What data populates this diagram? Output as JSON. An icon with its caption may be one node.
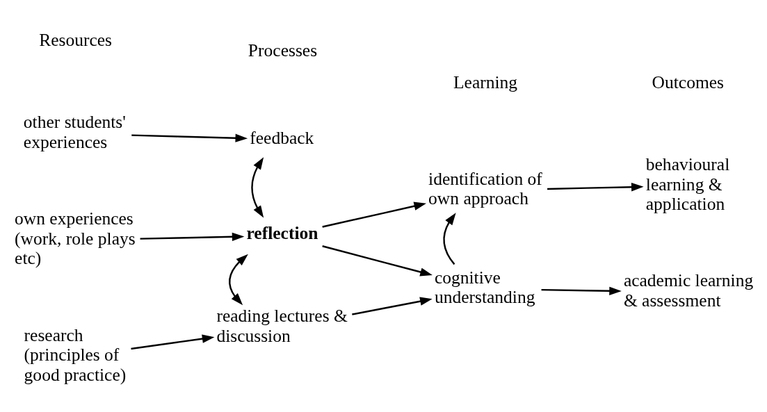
{
  "diagram": {
    "nodes": [
      {
        "text": [
          "other students' experiences"
        ]
      },
      {
        "text": [
          "feedback"
        ]
      },
      {
        "text": [
          "own experiences (work, role plays etc)"
        ]
      },
      {
        "text": [
          "reflection"
        ]
      },
      {
        "text": [
          "identification of own approach"
        ]
      },
      {
        "text": [
          "behavioural learning & application"
        ]
      },
      {
        "text": [
          "research (principles of good practice)"
        ]
      },
      {
        "text": [
          "reading lectures & discussion"
        ]
      },
      {
        "text": [
          "cognitive understanding"
        ]
      },
      {
        "text": [
          "academic learning & assessment"
        ]
      }
    ],
    "edges": [
      {
        "from": 0,
        "to": 1,
        "arrow": "to"
      },
      {
        "from": 1,
        "to": 3,
        "arrow": "both"
      },
      {
        "from": 2,
        "to": 3,
        "arrow": "to"
      },
      {
        "from": 3,
        "to": 4,
        "arrow": "to"
      },
      {
        "from": 3,
        "to": 8,
        "arrow": "to"
      },
      {
        "from": 4,
        "to": 5,
        "arrow": "to"
      },
      {
        "from": 3,
        "to": 7,
        "arrow": "both"
      },
      {
        "from": 6,
        "to": 7,
        "arrow": "to"
      },
      {
        "from": 7,
        "to": 8,
        "arrow": "to"
      },
      {
        "from": 8,
        "to": 4,
        "arrow": "to"
      },
      {
        "from": 8,
        "to": 9,
        "arrow": "to"
      }
    ],
    "labels": [
      "Resources",
      "Processes",
      "Learning",
      "Outcomes"
    ]
  }
}
